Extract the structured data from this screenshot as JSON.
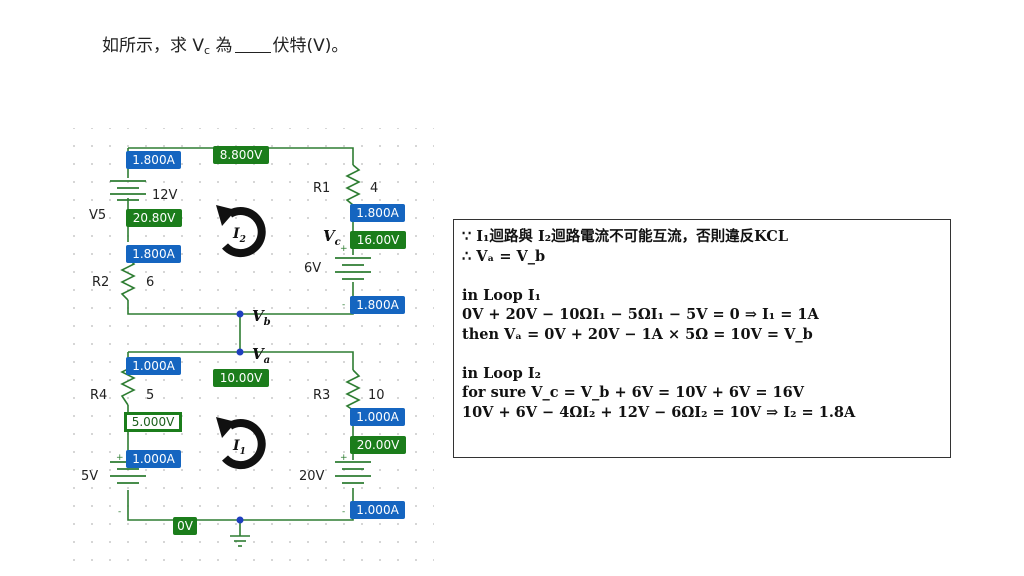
{
  "question": {
    "prefix": "如所示，求 V",
    "sub": "c",
    "middle": " 為",
    "suffix": "伏特(V)。"
  },
  "circuit": {
    "components": {
      "v5": {
        "name": "V5",
        "value": "12V"
      },
      "r1": {
        "name": "R1",
        "value": "4"
      },
      "r2": {
        "name": "R2",
        "value": "6"
      },
      "v1": {
        "name": "6V"
      },
      "r4": {
        "name": "R4",
        "value": "5"
      },
      "r3": {
        "name": "R3",
        "value": "10"
      },
      "v4": {
        "name": "5V"
      },
      "v2": {
        "name": "20V"
      }
    },
    "readings": {
      "top_left_current": "1.800A",
      "top_voltage": "8.800V",
      "v5_voltage": "20.80V",
      "r2_current": "1.800A",
      "r1_current": "1.800A",
      "vc_voltage": "16.00V",
      "v1_current": "1.800A",
      "r4_current": "1.000A",
      "a_voltage": "10.00V",
      "r4_voltage": "5.000V",
      "v4_current": "1.000A",
      "r3_current": "1.000A",
      "r3_voltage": "20.00V",
      "v2_current": "1.000A",
      "ground_voltage": "0V"
    },
    "labels": {
      "vb": "V",
      "vb_sub": "b",
      "va": "V",
      "va_sub": "a",
      "vc": "V",
      "vc_sub": "c",
      "i2": "I",
      "i2_sub": "2",
      "i1": "I",
      "i1_sub": "1",
      "plus": "+",
      "minus": "-"
    },
    "colors": {
      "wire": "#2e7d32",
      "current_badge": "#1565c0",
      "voltage_badge": "#1b7d1b",
      "node": "#1f3fbf"
    }
  },
  "solution": {
    "lines": [
      "∵ I₁迴路與 I₂迴路電流不可能互流，否則違反KCL",
      "∴ Vₐ = V_b",
      "",
      "in Loop I₁",
      "0V + 20V − 10ΩI₁ − 5ΩI₁ − 5V = 0 ⇒ I₁ = 1A",
      "then Vₐ = 0V + 20V − 1A × 5Ω = 10V = V_b",
      "",
      "in Loop I₂",
      "for sure V_c = V_b + 6V = 10V + 6V = 16V",
      "10V + 6V − 4ΩI₂ + 12V − 6ΩI₂ = 10V ⇒ I₂ = 1.8A"
    ]
  }
}
